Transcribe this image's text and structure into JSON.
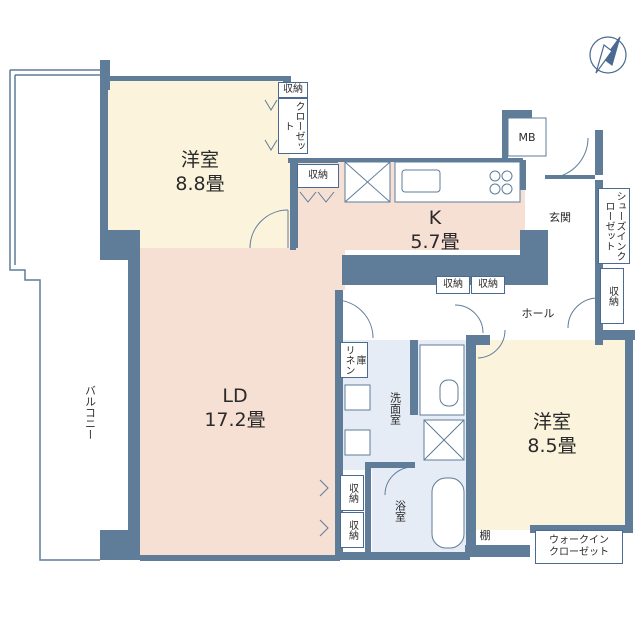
{
  "colors": {
    "wall": "#5f7c99",
    "western_room": "#fbf3dc",
    "ldk": "#f6dfd3",
    "wet_area": "#e6ecf6",
    "hall": "#ffffff",
    "outline": "#4a6a92"
  },
  "rooms": {
    "western1": {
      "name": "洋室",
      "size": "8.8畳"
    },
    "kitchen": {
      "name": "K",
      "size": "5.7畳"
    },
    "ld": {
      "name": "LD",
      "size": "17.2畳"
    },
    "western2": {
      "name": "洋室",
      "size": "8.5畳"
    }
  },
  "labels": {
    "storage": "収納",
    "closet": "クローゼット",
    "mb": "MB",
    "entrance": "玄関",
    "shoe_closet": "シューズインクローゼット",
    "hall": "ホール",
    "linen": "リネン",
    "linen_store": "庫",
    "washroom": "洗面室",
    "bath": "浴室",
    "balcony": "バルコニー",
    "shelf": "棚",
    "walk_in_closet_1": "ウォークイン",
    "walk_in_closet_2": "クローゼット"
  },
  "compass_icon": "compass-north-icon"
}
